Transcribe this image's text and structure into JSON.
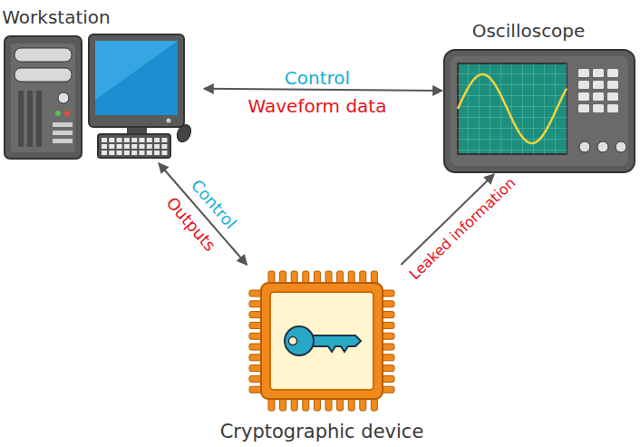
{
  "diagram": {
    "nodes": [
      {
        "text": [
          "Workstation"
        ]
      },
      {
        "text": [
          "Oscilloscope"
        ]
      },
      {
        "text": [
          "Cryptographic device"
        ]
      }
    ],
    "edges": [
      {
        "from": 0,
        "to": 1,
        "arrow": "both",
        "label": "Control"
      },
      {
        "from": 0,
        "to": 2,
        "arrow": "both",
        "label": "Control"
      },
      {
        "from": 2,
        "to": 1,
        "arrow": "to",
        "label": "Leaked information"
      }
    ],
    "labels": [
      "Waveform data",
      "Outputs"
    ]
  }
}
